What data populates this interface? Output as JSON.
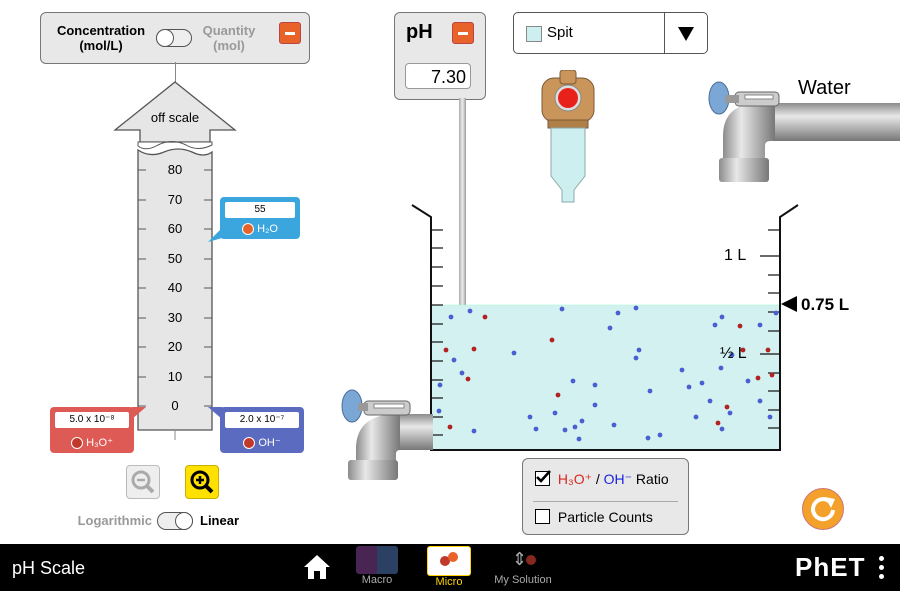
{
  "graph": {
    "mode_left_line1": "Concentration",
    "mode_left_line2": "(mol/L)",
    "mode_right_line1": "Quantity",
    "mode_right_line2": "(mol)",
    "off_scale": "off scale",
    "ticks": [
      "80",
      "70",
      "60",
      "50",
      "40",
      "30",
      "20",
      "10",
      "0"
    ],
    "h2o_value": "55",
    "h2o_label": "H₂O",
    "h3o_value": "5.0 x 10⁻⁸",
    "h3o_label": "H₃O⁺",
    "oh_value": "2.0 x 10⁻⁷",
    "oh_label": "OH⁻",
    "scale_left": "Logarithmic",
    "scale_right": "Linear"
  },
  "ph_meter": {
    "title": "pH",
    "value": "7.30"
  },
  "solute": {
    "selected": "Spit",
    "swatch_color": "#cdeff0"
  },
  "water_faucet": {
    "label": "Water"
  },
  "beaker": {
    "mark_1l": "1 L",
    "mark_half": "½ L",
    "volume": "0.75 L",
    "liquid_color": "#d4f1f2"
  },
  "options": {
    "ratio_h3o": "H₃O⁺",
    "ratio_sep": " / ",
    "ratio_oh": "OH⁻",
    "ratio_word": " Ratio",
    "ratio_checked": true,
    "counts_label": "Particle Counts",
    "counts_checked": false
  },
  "footer": {
    "title": "pH Scale",
    "tabs": [
      "Macro",
      "Micro",
      "My Solution"
    ],
    "active_tab": "Micro",
    "brand": "PhET"
  },
  "colors": {
    "accent": "#e8632a",
    "h3o": "#d9534f",
    "oh": "#5b6bbf",
    "h2o": "#3aa6dd",
    "active_tab": "#ffd400"
  }
}
